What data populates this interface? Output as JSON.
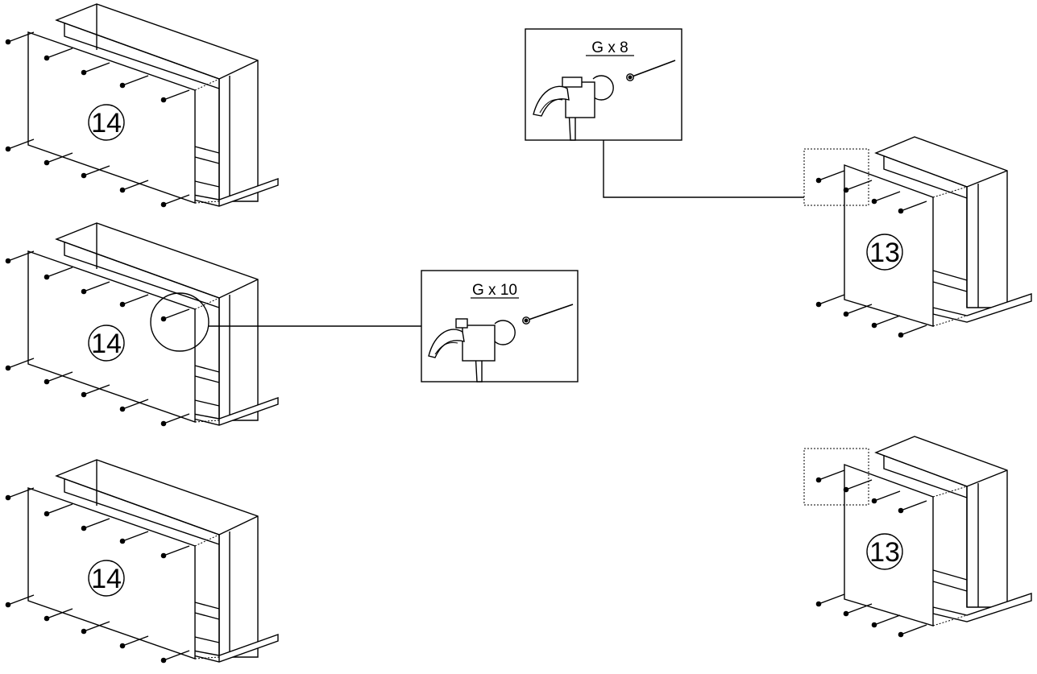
{
  "diagram": {
    "assemblies_large": [
      {
        "part_number": "14"
      },
      {
        "part_number": "14"
      },
      {
        "part_number": "14"
      }
    ],
    "assemblies_small": [
      {
        "part_number": "13"
      },
      {
        "part_number": "13"
      }
    ],
    "callouts": [
      {
        "label": "G x 8",
        "tool": "hammer-icon",
        "fastener": "nail-icon"
      },
      {
        "label": "G x 10",
        "tool": "hammer-icon",
        "fastener": "nail-icon"
      }
    ]
  }
}
